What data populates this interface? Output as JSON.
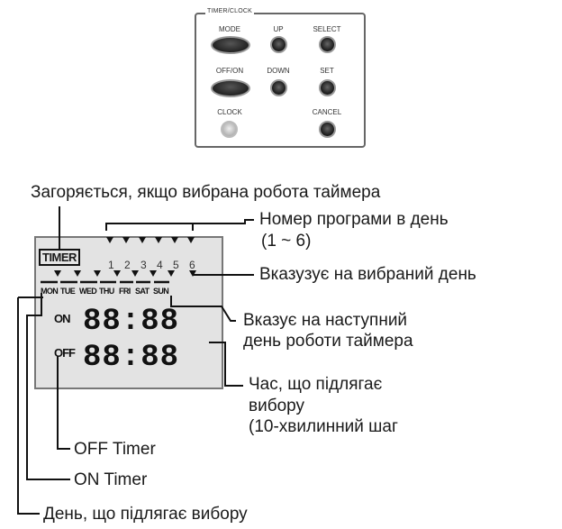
{
  "panel": {
    "title": "TIMER/CLOCK",
    "buttons": {
      "mode": "MODE",
      "up": "UP",
      "select": "SELECT",
      "offon": "OFF/ON",
      "down": "DOWN",
      "set": "SET",
      "clock": "CLOCK",
      "cancel": "CANCEL"
    }
  },
  "captions": {
    "timer_lights": "Загоряється, якщо вибрана робота таймера",
    "program_number_line1": "Номер програми в день",
    "program_number_line2": "(1 ~ 6)",
    "selected_day": "Вказузує на вибраний день",
    "next_day_line1": "Вказує  на  наступний",
    "next_day_line2": "день роботи таймера",
    "time_line1": "Час, що підлягає",
    "time_line2": "вибору",
    "time_line3": "(10-хвилинний шаг",
    "off_timer": "OFF Timer",
    "on_timer": "ON Timer",
    "day_select": "День, що підлягає вибору"
  },
  "lcd": {
    "timer": "TIMER",
    "program_numbers": [
      "1",
      "2",
      "3",
      "4",
      "5",
      "6"
    ],
    "days": [
      "MON",
      "TUE",
      "WED",
      "THU",
      "FRI",
      "SAT",
      "SUN"
    ],
    "on": "ON",
    "off": "OFF",
    "on_time": "88:88",
    "off_time": "88:88"
  }
}
